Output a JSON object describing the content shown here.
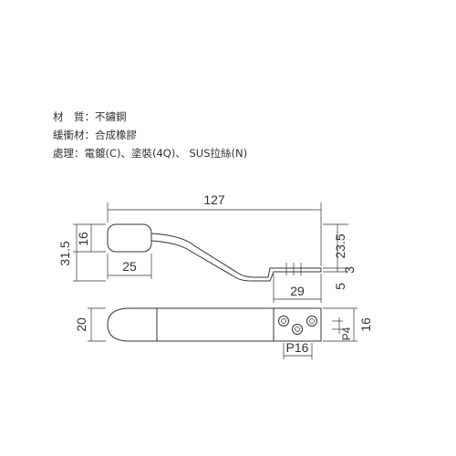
{
  "specs": [
    {
      "label": "材　質：",
      "value": "不鏽鋼"
    },
    {
      "label": "緩衝材：",
      "value": "合成橡膠"
    },
    {
      "label": "處理：",
      "value": "電鍍(C)、塗裝(4Q)、 SUS拉絲(N)"
    }
  ],
  "dimensions": {
    "overall_length": "127",
    "total_height": "31.5",
    "pad_height": "16",
    "pad_width": "25",
    "drop_height": "23.5",
    "plate_thickness": "3",
    "tab_length": "29",
    "tab_offset": "5",
    "bottom_height": "20",
    "bottom_width": "16",
    "hole_pitch_x": "P16",
    "hole_pitch_y": "P4"
  }
}
